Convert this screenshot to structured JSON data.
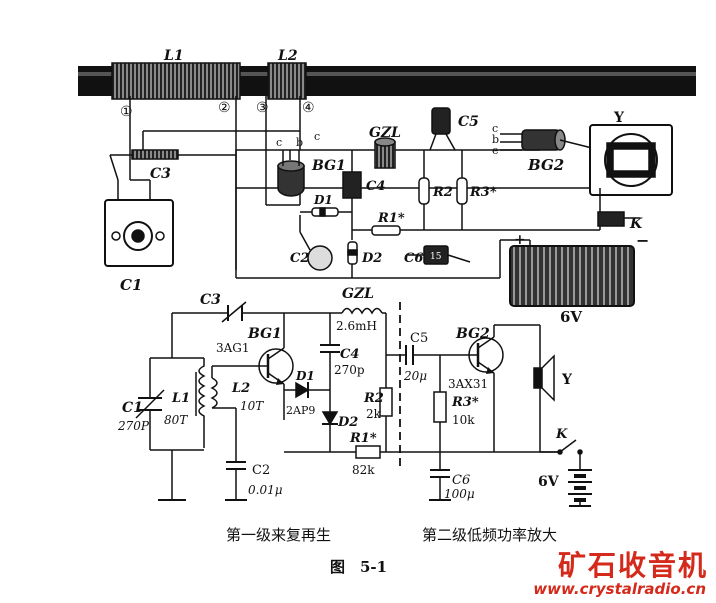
{
  "top_labels": {
    "L1": "L1",
    "L2": "L2",
    "n1": "①",
    "n2": "②",
    "n3": "③",
    "n4": "④",
    "C3": "C3",
    "C1": "C1",
    "BG1": "BG1",
    "C4": "C4",
    "GZL": "GZL",
    "C5": "C5",
    "R2": "R2",
    "R3": "R3*",
    "R1": "R1*",
    "C6": "C6",
    "D1": "D1",
    "D2": "D2",
    "C2": "C2",
    "BG2": "BG2",
    "Y": "Y",
    "K": "K",
    "V6": "6V",
    "pin_c": "c",
    "pin_b": "b",
    "pin_e": "e",
    "cap15": "15"
  },
  "schematic_labels": {
    "C3": "C3",
    "GZL": "GZL",
    "GZL_value": "2.6mH",
    "C5": "C5",
    "C5_value": "20μ",
    "BG1": "BG1",
    "BG1_type": "3AG1",
    "C4": "C4",
    "C4_value": "270p",
    "D1": "D1",
    "D1_type": "2AP9",
    "D2": "D2",
    "R2": "R2",
    "R2_value": "2k",
    "R1": "R1*",
    "R1_value": "82k",
    "L2": "L2",
    "L2_turns": "10T",
    "L1": "L1",
    "L1_turns": "80T",
    "C1": "C1",
    "C1_value": "270P",
    "C2": "C2",
    "C2_value": "0.01μ",
    "BG2": "BG2",
    "BG2_type": "3AX31",
    "R3": "R3*",
    "R3_value": "10k",
    "C6": "C6",
    "C6_value": "100μ",
    "Y": "Y",
    "K": "K",
    "V6": "6V"
  },
  "captions": {
    "stage1": "第一级来复再生",
    "stage2": "第二级低频功率放大",
    "figure": "图　5-1"
  },
  "watermark": {
    "logo": "矿石收音机",
    "url": "www.crystalradio.cn"
  }
}
